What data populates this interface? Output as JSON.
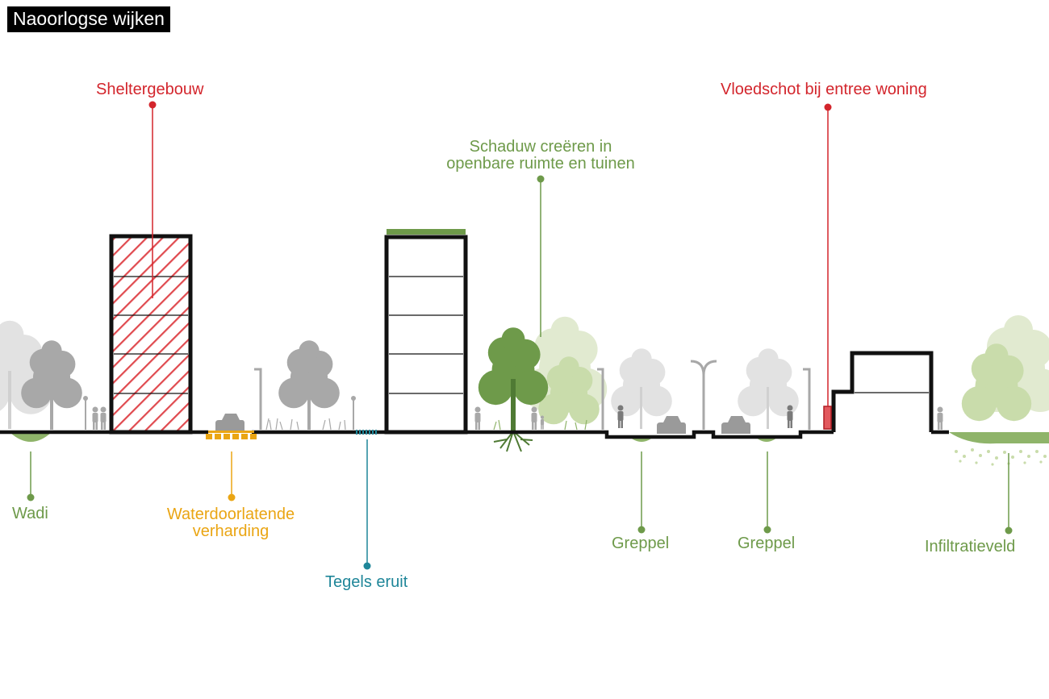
{
  "title": "Naoorlogse wijken",
  "labels": {
    "sheltergebouw": "Sheltergebouw",
    "vloedschot": "Vloedschot bij entree woning",
    "schaduw_line1": "Schaduw creëren in",
    "schaduw_line2": "openbare ruimte en tuinen",
    "wadi": "Wadi",
    "waterdoorlatend_line1": "Waterdoorlatende",
    "waterdoorlatend_line2": "verharding",
    "tegels": "Tegels eruit",
    "greppel_1": "Greppel",
    "greppel_2": "Greppel",
    "infiltratieveld": "Infiltratieveld"
  },
  "colors": {
    "red": "#d3252c",
    "green": "#6e9a4a",
    "orange": "#eaa513",
    "teal": "#1f8699",
    "ground": "#111111"
  }
}
